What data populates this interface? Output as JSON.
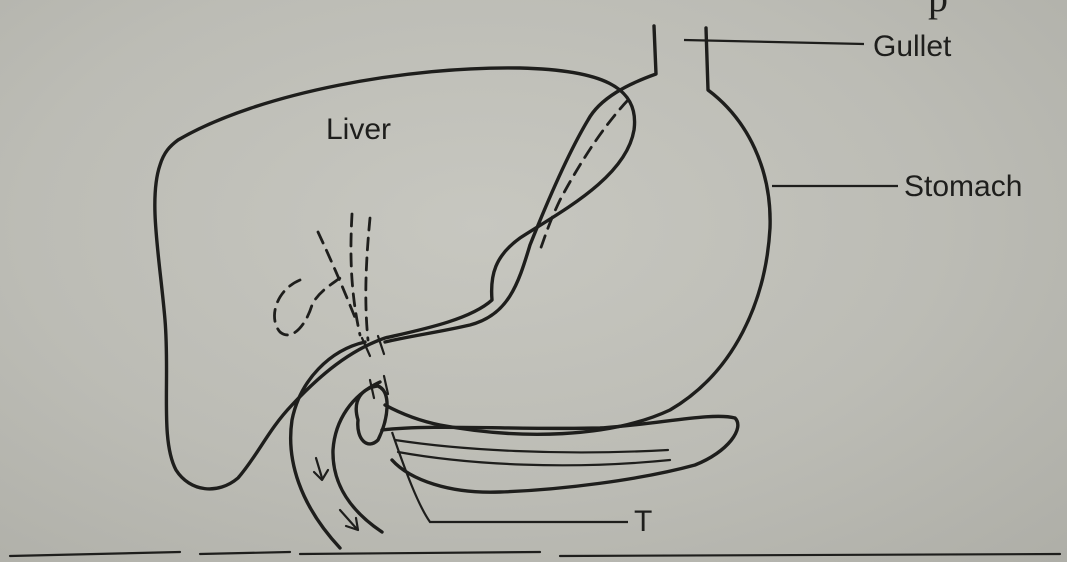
{
  "title_fragment": "p",
  "labels": {
    "gullet": "Gullet",
    "liver": "Liver",
    "stomach": "Stomach",
    "t": "T"
  }
}
